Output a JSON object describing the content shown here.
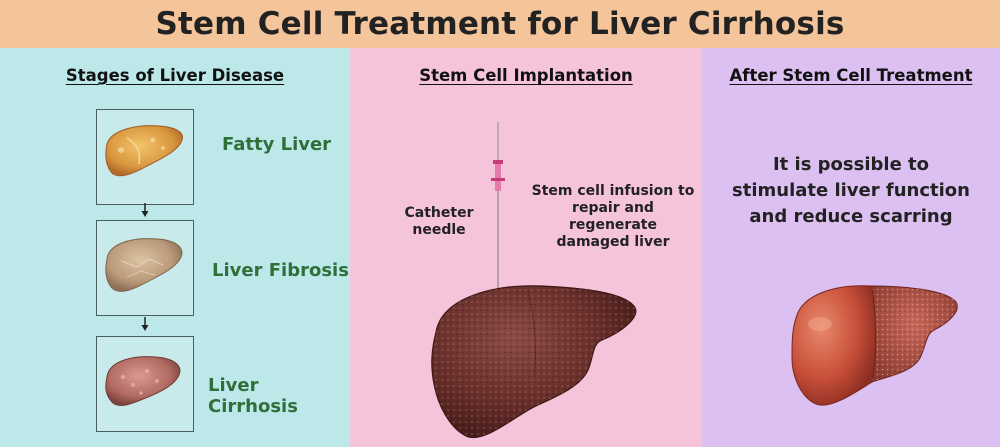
{
  "title": "Stem Cell Treatment for Liver Cirrhosis",
  "panels": {
    "left": {
      "heading": "Stages of Liver Disease",
      "stages": [
        {
          "label": "Fatty Liver"
        },
        {
          "label": "Liver Fibrosis"
        },
        {
          "label": "Liver Cirrhosis"
        }
      ]
    },
    "middle": {
      "heading": "Stem Cell Implantation",
      "catheter_label": [
        "Catheter",
        "needle"
      ],
      "infusion_label": [
        "Stem cell infusion to",
        "repair and regenerate",
        "damaged liver"
      ]
    },
    "right": {
      "heading": "After Stem Cell Treatment",
      "description": [
        "It is possible to",
        "stimulate liver function",
        "and reduce scarring"
      ]
    }
  },
  "colors": {
    "title_bar": "#f4c49a",
    "left_panel": "#bce8ea",
    "middle_panel": "#f5c3da",
    "right_panel": "#dcc0f2",
    "stage_label": "#2f6f3a"
  }
}
